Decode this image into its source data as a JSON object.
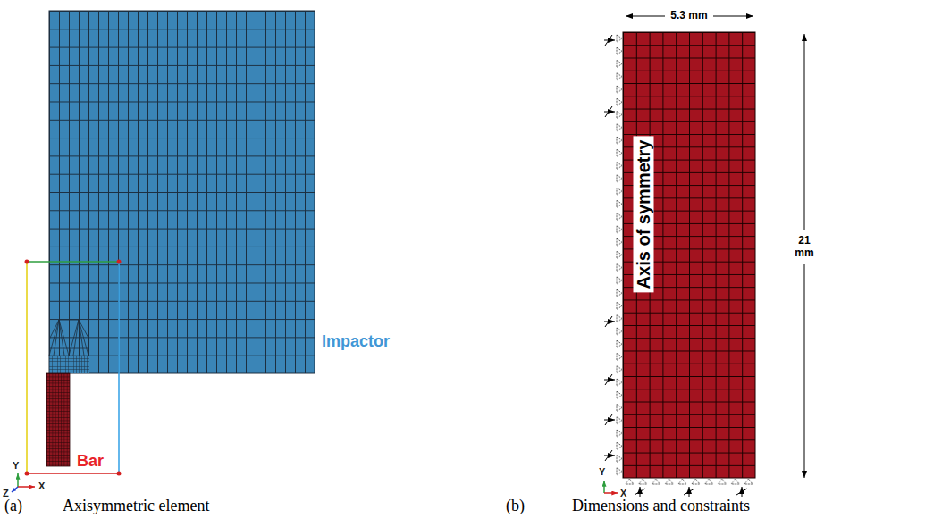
{
  "diagram": {
    "labels": [
      "Impactor",
      "Bar",
      "Y",
      "Z",
      "X",
      "(a)",
      "Axisymmetric element",
      "5.3 mm",
      "Axis of symmetry",
      "21 mm",
      "Y",
      "X",
      "(b)",
      "Dimensions and constraints"
    ]
  }
}
